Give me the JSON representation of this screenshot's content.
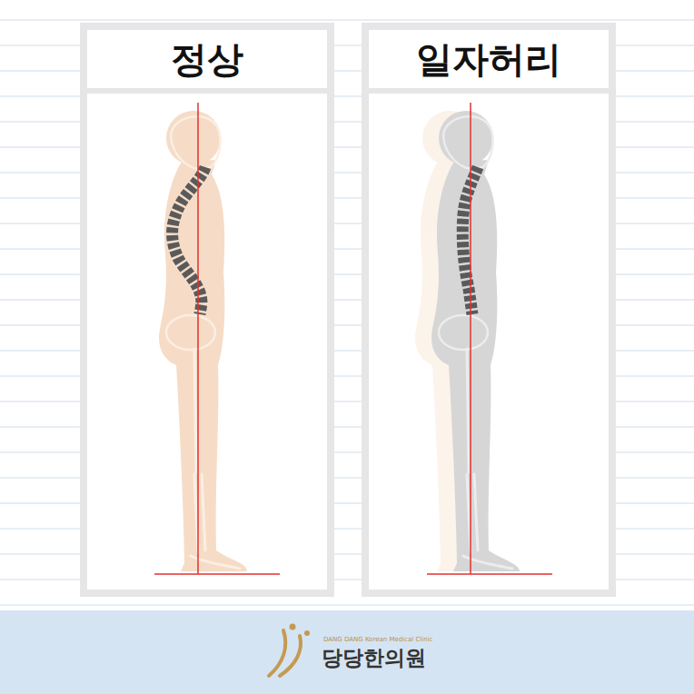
{
  "diagram": {
    "nodes": [
      {
        "text": [
          "정상"
        ]
      },
      {
        "text": [
          "일자허리"
        ]
      }
    ],
    "labels": [
      "DANG DANG Korean Medical Clinic",
      "당당한의원"
    ]
  }
}
